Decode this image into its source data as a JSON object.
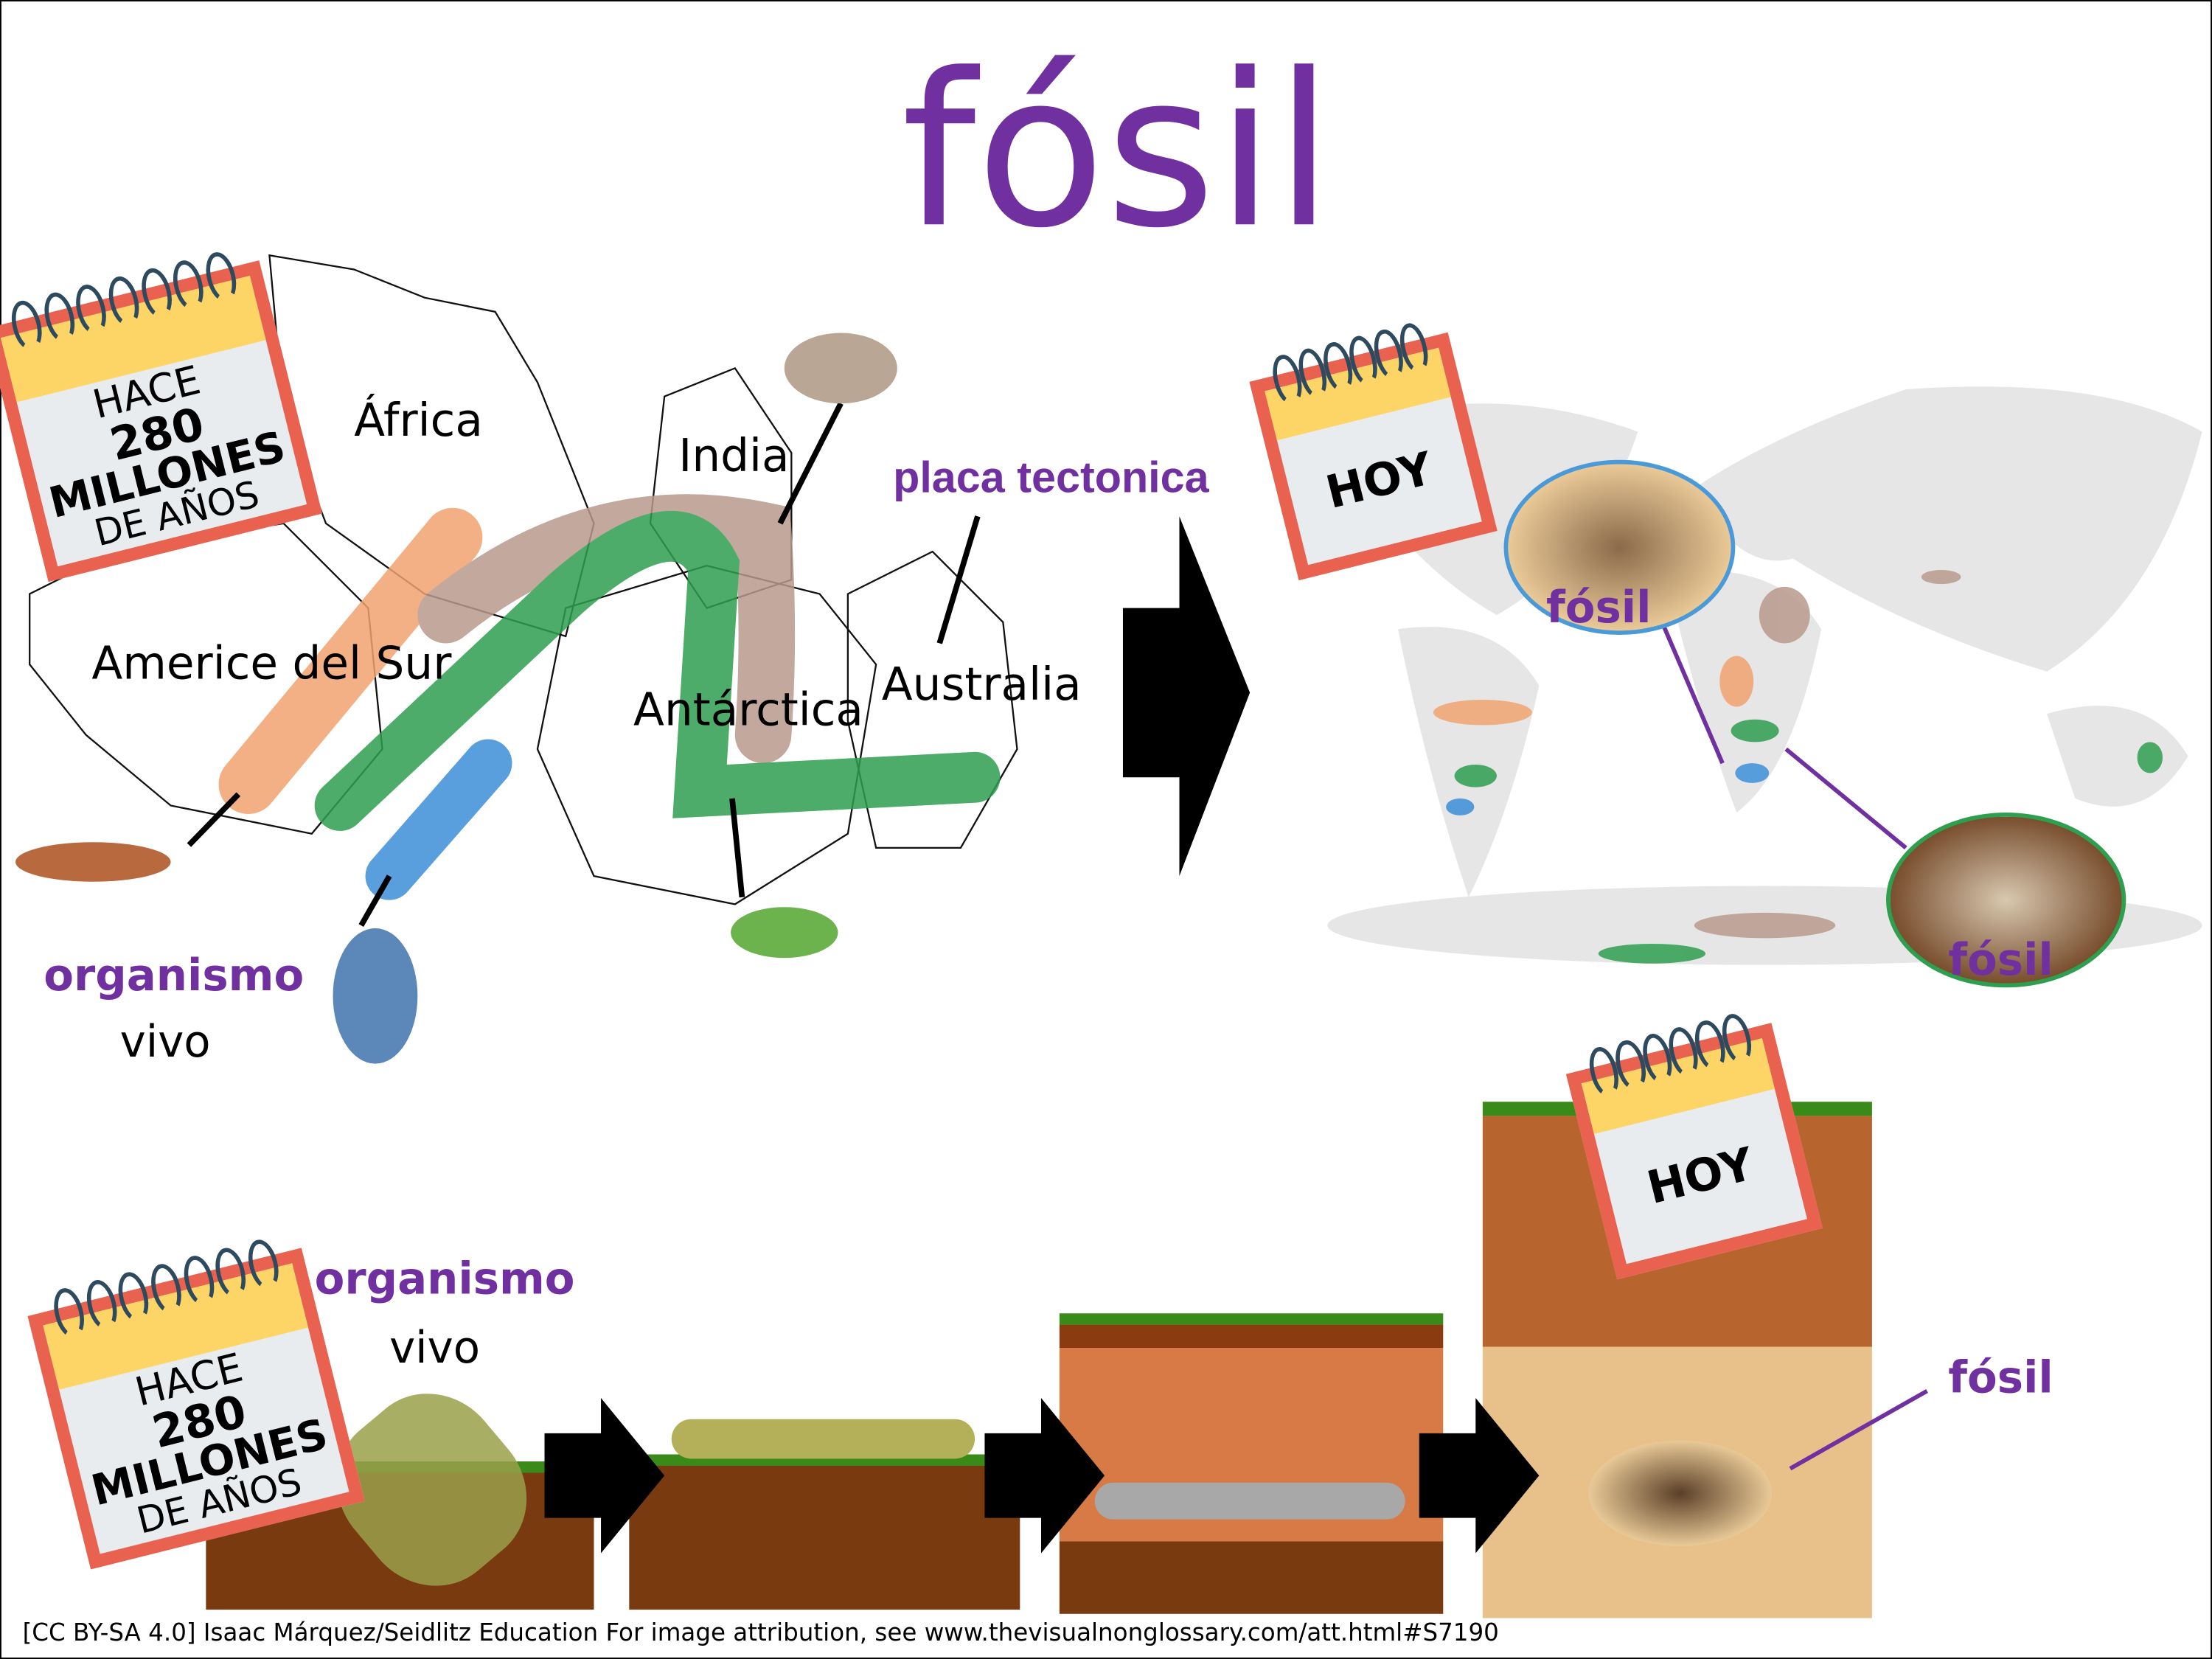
{
  "title": "fósil",
  "colors": {
    "accent": "#7030a0",
    "orange": "#f0a36f",
    "brown": "#b9998c",
    "green": "#2e9e4f",
    "blue": "#3c8fd9",
    "calendar_border": "#e8624f",
    "calendar_top": "#fdd566"
  },
  "top_left_calendar": {
    "line1": "HACE",
    "line2": "280",
    "line3": "MILLONES",
    "line4": "DE AÑOS"
  },
  "map_labels": {
    "africa": "África",
    "india": "India",
    "south_america": "Americe del Sur",
    "antarctica": "Antárctica",
    "australia": "Australia",
    "tectonic_plate": "placa tectonica"
  },
  "organism_label": {
    "line1": "organismo",
    "line2": "vivo"
  },
  "today_calendar": {
    "text": "HOY"
  },
  "fossil_labels": [
    "fósil",
    "fósil",
    "fósil"
  ],
  "bottom_calendar": {
    "line1": "HACE",
    "line2": "280",
    "line3": "MILLONES",
    "line4": "DE AÑOS"
  },
  "bottom_organism_label": {
    "line1": "organismo",
    "line2": "vivo"
  },
  "bottom_today_calendar": {
    "text": "HOY"
  },
  "footer": "[CC BY-SA 4.0] Isaac Márquez/Seidlitz Education For image attribution, see www.thevisualnonglossary.com/att.html#S7190"
}
